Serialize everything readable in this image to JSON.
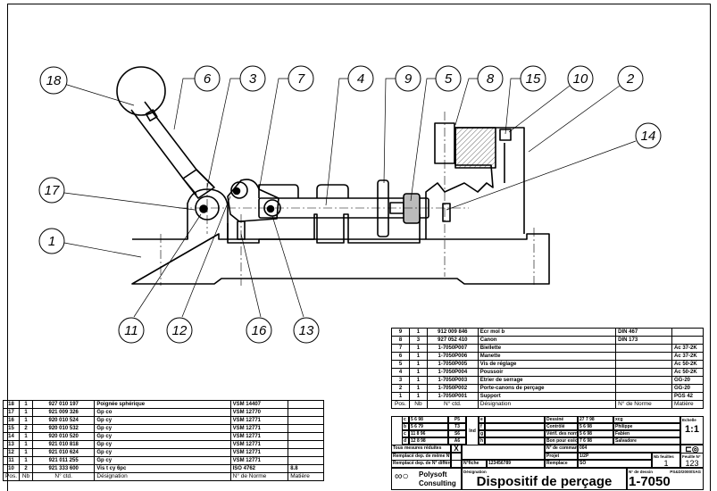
{
  "drawing": {
    "balloons": {
      "b18": "18",
      "b6": "6",
      "b3": "3",
      "b7": "7",
      "b4": "4",
      "b9": "9",
      "b5": "5",
      "b8": "8",
      "b15": "15",
      "b10": "10",
      "b2": "2",
      "b14": "14",
      "b17": "17",
      "b1": "1",
      "b11": "11",
      "b12": "12",
      "b16": "16",
      "b13": "13"
    }
  },
  "parts_left": {
    "rows": [
      [
        "18",
        "1",
        "927 010 197",
        "Poignée sphérique",
        "VSM 14407",
        ""
      ],
      [
        "17",
        "1",
        "921 009 326",
        "Gp co",
        "VSM 12770",
        ""
      ],
      [
        "16",
        "1",
        "920 010 524",
        "Gp cy",
        "VSM 12771",
        ""
      ],
      [
        "15",
        "2",
        "920 010 532",
        "Gp cy",
        "VSM 12771",
        ""
      ],
      [
        "14",
        "1",
        "920 010 520",
        "Gp cy",
        "VSM 12771",
        ""
      ],
      [
        "13",
        "1",
        "921 010 818",
        "Gp cy",
        "VSM 12771",
        ""
      ],
      [
        "12",
        "1",
        "921 010 624",
        "Gp cy",
        "VSM 12771",
        ""
      ],
      [
        "11",
        "1",
        "921 011 255",
        "Gp cy",
        "VSM 12771",
        ""
      ],
      [
        "10",
        "2",
        "921 333 600",
        "Vis t cy 6pc",
        "ISO 4762",
        "8.8"
      ]
    ],
    "header": [
      "Pos.",
      "Nb",
      "N° ctd.",
      "Désignation",
      "N° de Norme",
      "Matière"
    ]
  },
  "parts_right": {
    "rows": [
      [
        "9",
        "1",
        "912 009 846",
        "Ecr mol b",
        "DIN 467",
        ""
      ],
      [
        "8",
        "3",
        "927 052 410",
        "Canon",
        "DIN 173",
        ""
      ],
      [
        "7",
        "1",
        "1-7050P007",
        "Biellette",
        "",
        "Ac 37-2K"
      ],
      [
        "6",
        "1",
        "1-7050P006",
        "Manette",
        "",
        "Ac 37-2K"
      ],
      [
        "5",
        "1",
        "1-7050P005",
        "Vis de réglage",
        "",
        "Ac 50-2K"
      ],
      [
        "4",
        "1",
        "1-7050P004",
        "Poussoir",
        "",
        "Ac 50-2K"
      ],
      [
        "3",
        "1",
        "1-7050P003",
        "Etrier de serrage",
        "",
        "GG-20"
      ],
      [
        "2",
        "1",
        "1-7050P002",
        "Porte-canons de perçage",
        "",
        "GG-20"
      ],
      [
        "1",
        "1",
        "1-7050P001",
        "Support",
        "",
        "PGS 42"
      ]
    ],
    "header": [
      "Pos.",
      "Nb",
      "N° ctd.",
      "Désignation",
      "N° de Norme",
      "Matière"
    ]
  },
  "title_block": {
    "revisions": [
      {
        "ind": "c",
        "date": "5 6 98",
        "code": "P5"
      },
      {
        "ind": "b",
        "date": "5 6 79",
        "code": "T3"
      },
      {
        "ind": "c",
        "date": "11 8 96",
        "code": "S6"
      },
      {
        "ind": "d",
        "date": "12 8 98",
        "code": "A6"
      }
    ],
    "ind_label": "Ind",
    "mods": [
      "e",
      "f",
      "g",
      "h"
    ],
    "approvals": [
      {
        "label": "Dessiné",
        "date": "27 7 98",
        "name": "xcg"
      },
      {
        "label": "Contrôlé",
        "date": "5 6 98",
        "name": "Philippe"
      },
      {
        "label": "Vérif. des normes",
        "date": "5 6 98",
        "name": "Fabien"
      },
      {
        "label": "Bon pour exécution",
        "date": "7 6 98",
        "name": "Salvadore"
      }
    ],
    "scale_label": "Echelle",
    "scale": "1:1",
    "checks": [
      {
        "label": "Tous mesures réduites",
        "mark": "X"
      },
      {
        "label": "Remplacé dep. de même N°",
        "mark": ""
      },
      {
        "label": "Remplacé dep. de N° différent",
        "mark": ""
      }
    ],
    "order_label": "N° de commande",
    "order": "004",
    "project_label": "Projet",
    "project": "1/2P",
    "replaces_label": "Remplace",
    "replaces": "SO",
    "file_label": "N°fiche",
    "file": "123456789",
    "sheets_label": "Nb feuilles",
    "sheets": "1",
    "sheet_label": "Feuille N°",
    "sheet": "123",
    "company_line1": "Polysoft",
    "company_line2": "Consulting",
    "designation_label": "Désignation",
    "title": "Dispositif de perçage",
    "drawing_no_label": "N° de dessin",
    "drawing_no": "1-7050",
    "ref": "PS&D/2000/SAG"
  }
}
